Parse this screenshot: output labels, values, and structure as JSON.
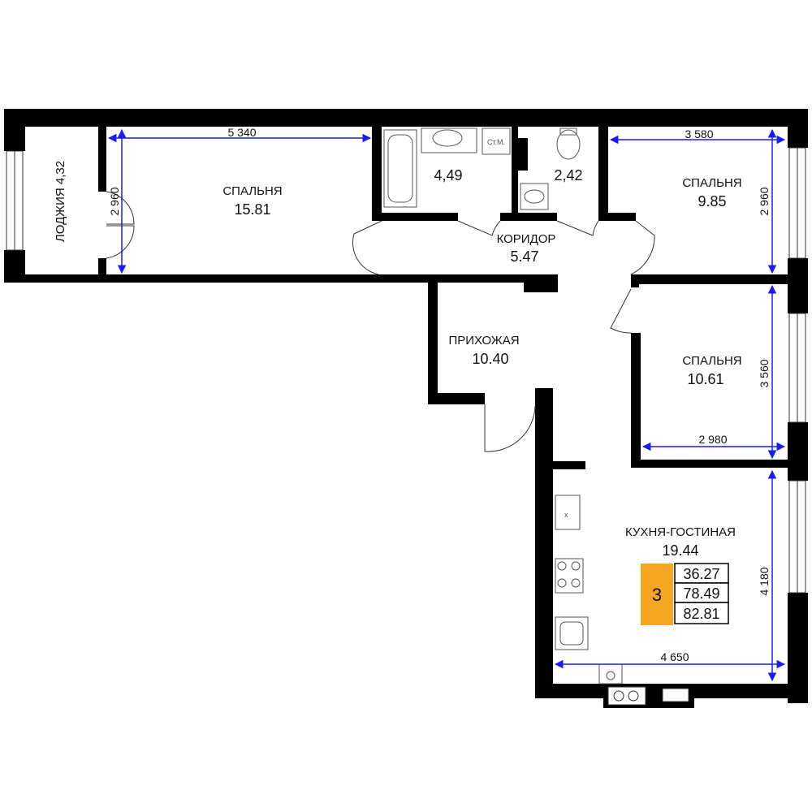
{
  "rooms": {
    "loggia": {
      "label": "ЛОДЖИЯ 4,32"
    },
    "bedroom1": {
      "name": "СПАЛЬНЯ",
      "area": "15.81"
    },
    "bath": {
      "area": "4,49",
      "washer": "Ст.М."
    },
    "wc": {
      "area": "2,42"
    },
    "bedroom2": {
      "name": "СПАЛЬНЯ",
      "area": "9.85"
    },
    "corridor": {
      "name": "КОРИДОР",
      "area": "5.47"
    },
    "hall": {
      "name": "ПРИХОЖАЯ",
      "area": "10.40"
    },
    "bedroom3": {
      "name": "СПАЛЬНЯ",
      "area": "10.61"
    },
    "kitchen": {
      "name": "КУХНЯ-ГОСТИНАЯ",
      "area": "19.44"
    }
  },
  "dimensions": {
    "bedroom1_width": "5 340",
    "bedroom1_height": "2 960",
    "bedroom2_width": "3 580",
    "bedroom2_height": "2 960",
    "bedroom3_height": "3 560",
    "bedroom3_width": "2 980",
    "kitchen_height": "4 180",
    "kitchen_width": "4 650"
  },
  "summary": {
    "rooms_count": "3",
    "living_area": "36.27",
    "total_area": "78.49",
    "total_with_loggia": "82.81",
    "badge_color": "#f5a623"
  },
  "colors": {
    "walls": "#000000",
    "dimension_lines": "#1a1aff"
  }
}
